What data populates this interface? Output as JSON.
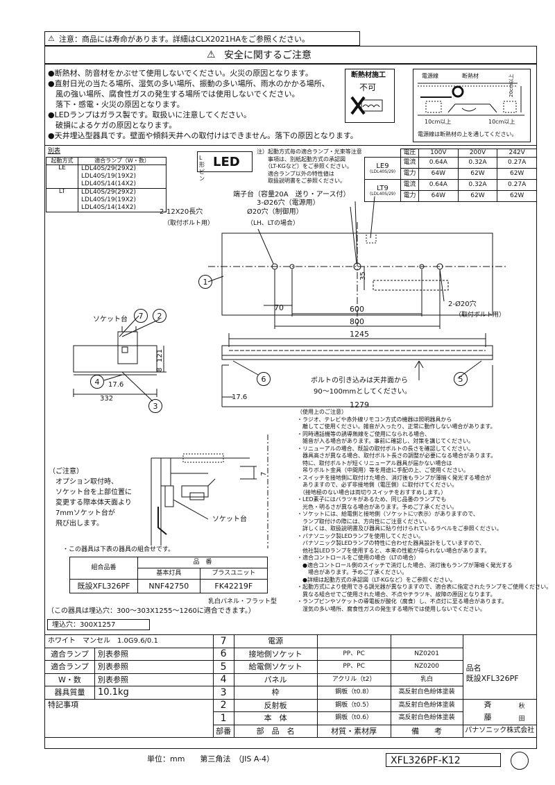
{
  "header_note": "注意：商品には寿命があります。詳細はCLX2021HAをご参照ください。",
  "safety": {
    "title": "安全に関するご注意",
    "lines": [
      "●断熱材、防音材をかぶせて使用しないでください。火災の原因となります。",
      "●直射日光の当たる場所、湿気の多い場所、振動の多い場所、雨水のかかる場所、",
      "　風の強い場所、腐食性ガスの発生する場所では使用しないでください。",
      "　落下・感電・火災の原因となります。",
      "●LEDランプはガラス製です。取扱いに注意してください。",
      "　破損によるケガの原因となります。",
      "●天井埋込型器具です。壁面や傾斜天井への取付けはできません。落下の原因となります。"
    ],
    "insulation_title": "断熱材施工",
    "insulation_status": "不可",
    "fig_labels": {
      "wire": "電源線",
      "insulation": "断熱材",
      "above": "20cm以上",
      "side1": "10cm以上",
      "side2": "10cm以上",
      "caption": "電源線は断熱材の上を通してください。"
    }
  },
  "betsuhyo": {
    "title": "別表",
    "headers": [
      "起動方式",
      "適合ランプ（W・数）"
    ],
    "rows": [
      {
        "mode": "LE",
        "lamps": [
          "LDL40S/29(29X2)",
          "LDL40S/19(19X2)",
          "LDL40S/14(14X2)"
        ]
      },
      {
        "mode": "LT",
        "lamps": [
          "LDL40S/29(29X2)",
          "LDL40S/19(19X2)",
          "LDL40S/14(14X2)"
        ]
      }
    ]
  },
  "lamp_badge": {
    "shape": "L形ピン",
    "led": "LED"
  },
  "mid_note": [
    "注）起動方式毎の適合ランプ・光束等注意",
    "　　事項は、別紙起動方式の承認図",
    "　　（LT-KGなど）をご参照ください。",
    "　　適合ランプ以外の特性値は",
    "　　取扱説明書をご参照ください。"
  ],
  "elec_table": {
    "voltages": [
      "電圧",
      "100V",
      "200V",
      "242V"
    ],
    "groups": [
      {
        "name": "LE9",
        "sub": "(LDL40S/29)",
        "current": [
          "電流",
          "0.64A",
          "0.32A",
          "0.27A"
        ],
        "power": [
          "電力",
          "64W",
          "62W",
          "62W"
        ]
      },
      {
        "name": "LT9",
        "sub": "(LDL40S/29)",
        "current": [
          "電流",
          "0.64A",
          "0.32A",
          "0.27A"
        ],
        "power": [
          "電力",
          "64W",
          "62W",
          "62W"
        ]
      }
    ]
  },
  "drawing": {
    "terminal": "端子台（容量20A　送り・アース付）",
    "hole3": "3-Ø26穴（電源用）",
    "hole2": "Ø20穴（制御用）",
    "slot": "2-12X20長穴",
    "slot_sub": "（取付ボルト用）",
    "lhlt": "（LH、LTの場合）",
    "dim35": "35",
    "dim70": "70",
    "dim600": "600",
    "dim800": "800",
    "hole20": "2-Ø20穴",
    "hole20_sub": "（取付ボルト用）",
    "dim1245": "1245",
    "dim1279": "1279",
    "dim17_6b": "17.6",
    "bolt_note1": "ボルトの引き込みは天井面から",
    "bolt_note2": "90～100mmとしてください。",
    "socket_label": "ソケット台",
    "dim121": "121",
    "dim8": "8",
    "dim17_6": "17.6",
    "dim332": "332",
    "dim7": "7",
    "socket_label2": "ソケット台",
    "callouts": [
      "1",
      "2",
      "3",
      "4",
      "5",
      "6",
      "7"
    ]
  },
  "option_note": [
    "（ご注意）",
    "　オプション取付時、",
    "　ソケット台を上部位置に",
    "　変更する際本体天面より",
    "　7mmソケット台が",
    "　飛び出します。"
  ],
  "usage_notes": [
    "（使用上のご注意）",
    "・ラジオ、テレビや赤外線リモコン方式の機器は照明器具から",
    "　離してご使用ください。雑音が入ったり、正常に動作しない場合があります。",
    "・同時通話機等の誘導無線をご使用になられる場合、",
    "　雑音が入る場合があります。事前に確認し、対策を講じてください。",
    "・リニューアルの場合、既設の取付ボルトの長さを確認してください。",
    "　器具高さが異なる場合、取付ボルト長さの調整が必要になる場合があります。",
    "　特に、取付ボルトが短くリニューアル器具が届かない場合は",
    "　吊りボルト金具（中間用）等を用途に手配の上、ご使用ください。",
    "・スイッチを接地側に取付けた場合、消灯後もランプが薄暗く発光する場合が",
    "　ありますので、必ず非接地側（電圧側）に取付けてください。",
    "　（接地極のない場合は両切りスイッチをおすすめします。）",
    "・LED素子にはバラツキがあるため、同じ品番のランプでも",
    "　光色・明るさが異なる場合があります。予めご了承ください。",
    "・ソケットには、給電側と接地側（ソケットに▽表示）がありますので、",
    "　ランプ取付けの際には、方向性にご注意ください。",
    "　詳しくは、取扱説明書及び器具に貼り付けられているラベルをご参照ください。",
    "・パナソニック製LEDランプを使用してください。",
    "　パナソニック製LEDランプの特性に合わせた器具設計をしていますので、",
    "　他社製LEDランプを使用すると、本来の性能が得られない場合があります。",
    "・適合コントロールをご使用の場合（LTの場合）",
    "　●適合コントロール側のスイッチで消灯した場合、消灯後もランプが薄暗く発光する",
    "　　場合があります。予めご了承ください。",
    "　●詳細は起動方式の承認図（LT-KGなど）をご参照ください。",
    "・起動方式により使用できる調光器が異なりますので、適合表に指定されたランプをご使用ください。",
    "　異なる組合せでご使用された場合、不点やチラツキ、故障の原因となります。",
    "・ランプピンやソケットの導電板が酸化（腐食）し、不点灯に至る場合があります。",
    "　湿気の多い場所、腐食性ガスの発生する場所では使用しないでください。"
  ],
  "combo": {
    "caption": "・この器具は下表の器具の組合せです。",
    "header_hinban": "品　番",
    "header_combo": "組合品番",
    "header_main": "基本灯具",
    "header_plus": "プラスユニット",
    "row": [
      "既設XFL326PF",
      "NNF42750",
      "FK42219F"
    ],
    "panel": "乳白パネル・フラット型",
    "cutout": "（この器具は埋込穴：300～303X1255～1260に適合できます。）"
  },
  "spec_left": {
    "cut_hole": "埋込穴：300X1257",
    "color": "ホワイト　マンセル　1.0G9.6/0.1",
    "lamp_label": "適合ランプ",
    "lamp_value": "別表参照",
    "w_label": "W・数",
    "w_value": "別表参照",
    "mass_label": "器具質量",
    "mass_value": "10.1kg",
    "notes_label": "特記事項"
  },
  "parts": [
    {
      "no": "7",
      "name": "電源",
      "material": "",
      "note": ""
    },
    {
      "no": "6",
      "name": "接地側ソケット",
      "material": "PP、PC",
      "note": "NZ0201"
    },
    {
      "no": "5",
      "name": "給電側ソケット",
      "material": "PP、PC",
      "note": "NZ0200"
    },
    {
      "no": "4",
      "name": "パネル",
      "material": "アクリル（t2）",
      "note": "乳白"
    },
    {
      "no": "3",
      "name": "枠",
      "material": "鋼板（t0.8）",
      "note": "高反射白色紛体塗装"
    },
    {
      "no": "2",
      "name": "反射板",
      "material": "鋼板（t0.5）",
      "note": "高反射白色紛体塗装"
    },
    {
      "no": "1",
      "name": "本　体",
      "material": "鋼板（t0.6）",
      "note": "高反射白色紛体塗装"
    }
  ],
  "parts_header": [
    "部番",
    "部　品　名",
    "材質・素材厚",
    "備　　考"
  ],
  "title_block": {
    "hinmei_label": "品名",
    "hinmei": "既設XFL326PF",
    "sign1": "斉",
    "sign1b": "秋",
    "sign2": "藤",
    "sign2b": "田",
    "company": "パナソニック株式会社"
  },
  "footer": {
    "unit": "単位：mm　　第三角法　（JIS A-4）",
    "code": "XFL326PF-K12"
  }
}
